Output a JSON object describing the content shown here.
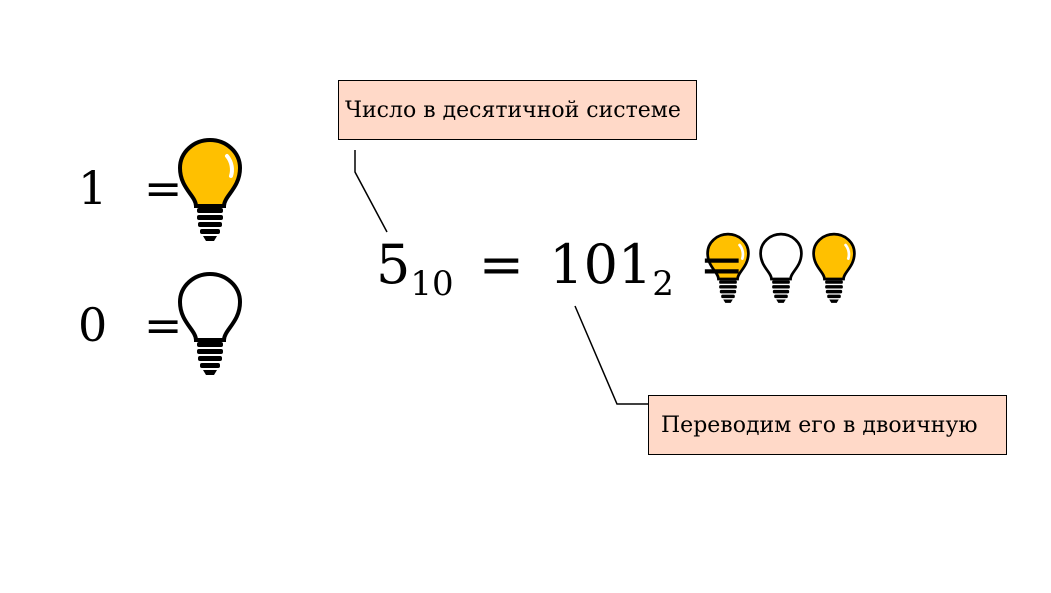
{
  "legend": {
    "one": {
      "digit": "1",
      "sign": "=",
      "state": "on"
    },
    "zero": {
      "digit": "0",
      "sign": "=",
      "state": "off"
    }
  },
  "equation": {
    "decimal": "5",
    "decimal_base": "10",
    "eq1": "=",
    "binary": "101",
    "binary_base": "2",
    "eq2": "=",
    "bulbs": [
      "on",
      "off",
      "on"
    ]
  },
  "callouts": {
    "top": "Число в десятичной системе",
    "bottom": "Переводим его в двоичную"
  },
  "colors": {
    "bulb_on": "#ffc000",
    "bulb_off": "#ffffff",
    "callout_fill": "#ffd9c8",
    "outline": "#000000"
  }
}
